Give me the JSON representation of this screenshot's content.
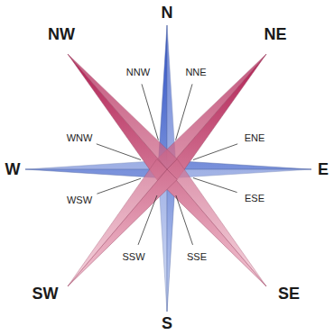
{
  "diagram": {
    "labels": [
      "N",
      "NE",
      "E",
      "SE",
      "S",
      "SW",
      "W",
      "NW",
      "NNE",
      "ENE",
      "ESE",
      "SSE",
      "SSW",
      "WSW",
      "WNW",
      "NNW"
    ]
  }
}
